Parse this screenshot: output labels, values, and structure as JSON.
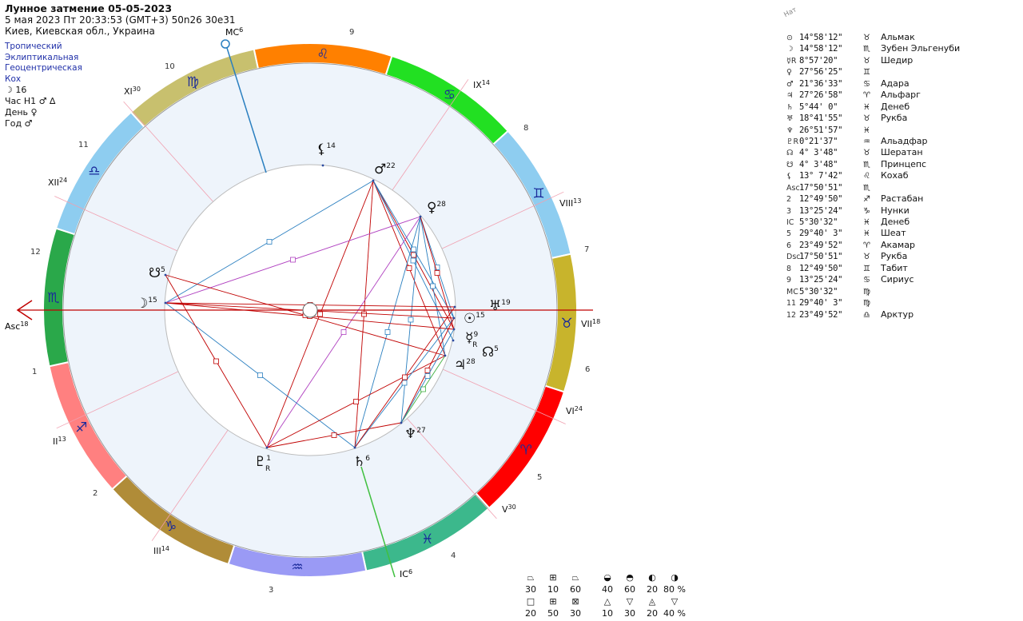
{
  "header": {
    "title": "Лунное затмение 05-05-2023",
    "datetime": "5 мая 2023  Пт  20:33:53 (GMT+3) 50n26  30e31",
    "place": "Киев, Киевская обл., Украина"
  },
  "settings": [
    "Тропический",
    "Эклиптикальная",
    "Геоцентрическая",
    "Кох"
  ],
  "extra": [
    "☽ 16",
    "Час Н1 ♂ ∆",
    "День ♀",
    "Год ♂"
  ],
  "house_labels": {
    "mc": "MC",
    "mc_deg": "6",
    "ic": "IC",
    "ic_deg": "6",
    "asc": "Asc",
    "asc_deg": "18",
    "cusps": [
      {
        "name": "XI",
        "deg": "30"
      },
      {
        "name": "XII",
        "deg": "24"
      },
      {
        "name": "II",
        "deg": "13"
      },
      {
        "name": "III",
        "deg": "14"
      },
      {
        "name": "V",
        "deg": "30"
      },
      {
        "name": "VI",
        "deg": "24"
      },
      {
        "name": "VII",
        "deg": "18"
      },
      {
        "name": "VIII",
        "deg": "13"
      },
      {
        "name": "IX",
        "deg": "14"
      }
    ],
    "numbers": [
      "1",
      "2",
      "3",
      "4",
      "5",
      "6",
      "7",
      "8",
      "9",
      "10",
      "11",
      "12"
    ]
  },
  "zodiac": [
    {
      "glyph": "♌",
      "color": "#ff8000"
    },
    {
      "glyph": "♋",
      "color": "#22e022"
    },
    {
      "glyph": "♊",
      "color": "#8ecdf0"
    },
    {
      "glyph": "♉",
      "color": "#c8b42c"
    },
    {
      "glyph": "♈",
      "color": "#ff0000"
    },
    {
      "glyph": "♓",
      "color": "#3cb88c"
    },
    {
      "glyph": "♒",
      "color": "#9a9af5"
    },
    {
      "glyph": "♑",
      "color": "#b08c38"
    },
    {
      "glyph": "♐",
      "color": "#ff8080"
    },
    {
      "glyph": "♏",
      "color": "#2aa84a"
    },
    {
      "glyph": "♎",
      "color": "#8ecdf0"
    },
    {
      "glyph": "♍",
      "color": "#c8c06e"
    }
  ],
  "planets": [
    {
      "glyph": "⚸",
      "deg": "14"
    },
    {
      "glyph": "♂",
      "deg": "22"
    },
    {
      "glyph": "♀",
      "deg": "28"
    },
    {
      "glyph": "☋",
      "deg": "5"
    },
    {
      "glyph": "☽",
      "deg": "15"
    },
    {
      "glyph": "♅",
      "deg": "19"
    },
    {
      "glyph": "☉",
      "deg": "15"
    },
    {
      "glyph": "☿",
      "deg": "9",
      "retro": "R"
    },
    {
      "glyph": "☊",
      "deg": "5"
    },
    {
      "glyph": "♃",
      "deg": "28"
    },
    {
      "glyph": "♆",
      "deg": "27"
    },
    {
      "glyph": "♄",
      "deg": "6"
    },
    {
      "glyph": "♇",
      "deg": "1",
      "retro": "R"
    }
  ],
  "natal_label": "Нат",
  "table": [
    {
      "icon": "⊙",
      "pos": "14°58'12\"",
      "sign": "♉",
      "star": "Альмак"
    },
    {
      "icon": "☽",
      "pos": "14°58'12\"",
      "sign": "♏",
      "star": "Зубен Эльгенуби"
    },
    {
      "icon": "☿R",
      "pos": "8°57'20\"",
      "sign": "♉",
      "star": "Шедир"
    },
    {
      "icon": "♀",
      "pos": "27°56'25\"",
      "sign": "♊",
      "star": ""
    },
    {
      "icon": "♂",
      "pos": "21°36'33\"",
      "sign": "♋",
      "star": "Адара"
    },
    {
      "icon": "♃",
      "pos": "27°26'58\"",
      "sign": "♈",
      "star": "Альфарг"
    },
    {
      "icon": "♄",
      "pos": "5°44' 0\"",
      "sign": "♓",
      "star": "Денеб"
    },
    {
      "icon": "♅",
      "pos": "18°41'55\"",
      "sign": "♉",
      "star": "Рукба"
    },
    {
      "icon": "♆",
      "pos": "26°51'57\"",
      "sign": "♓",
      "star": ""
    },
    {
      "icon": "♇R",
      "pos": "0°21'37\"",
      "sign": "♒",
      "star": "Альадфар"
    },
    {
      "icon": "☊",
      "pos": "4° 3'48\"",
      "sign": "♉",
      "star": "Шератан"
    },
    {
      "icon": "☋",
      "pos": "4° 3'48\"",
      "sign": "♏",
      "star": "Принцепс"
    },
    {
      "icon": "⚸",
      "pos": "13° 7'42\"",
      "sign": "♌",
      "star": "Кохаб"
    },
    {
      "icon": "Asc",
      "pos": "17°50'51\"",
      "sign": "♏",
      "star": ""
    },
    {
      "icon": "2",
      "pos": "12°49'50\"",
      "sign": "♐",
      "star": "Растабан"
    },
    {
      "icon": "3",
      "pos": "13°25'24\"",
      "sign": "♑",
      "star": "Нунки"
    },
    {
      "icon": "IC",
      "pos": "5°30'32\"",
      "sign": "♓",
      "star": "Денеб"
    },
    {
      "icon": "5",
      "pos": "29°40' 3\"",
      "sign": "♓",
      "star": "Шеат"
    },
    {
      "icon": "6",
      "pos": "23°49'52\"",
      "sign": "♈",
      "star": "Акамар"
    },
    {
      "icon": "Dsc",
      "pos": "17°50'51\"",
      "sign": "♉",
      "star": "Рукба"
    },
    {
      "icon": "8",
      "pos": "12°49'50\"",
      "sign": "♊",
      "star": "Табит"
    },
    {
      "icon": "9",
      "pos": "13°25'24\"",
      "sign": "♋",
      "star": "Сириус"
    },
    {
      "icon": "MC",
      "pos": "5°30'32\"",
      "sign": "♍",
      "star": ""
    },
    {
      "icon": "11",
      "pos": "29°40' 3\"",
      "sign": "♍",
      "star": ""
    },
    {
      "icon": "12",
      "pos": "23°49'52\"",
      "sign": "♎",
      "star": "Арктур"
    }
  ],
  "stats": {
    "row1_icons": [
      "⏢",
      "⊞",
      "⏢",
      "",
      "◒",
      "◓",
      "◐",
      "◑"
    ],
    "row1_values": [
      "30",
      "10",
      "60",
      "",
      "40",
      "60",
      "20",
      "80 %"
    ],
    "row2_icons": [
      "□",
      "⊞",
      "⊠",
      "",
      "△",
      "▽",
      "◬",
      "▽"
    ],
    "row2_values": [
      "20",
      "50",
      "30",
      "",
      "10",
      "30",
      "20",
      "40 %"
    ]
  },
  "colors": {
    "red": "#c00000",
    "blue": "#2a7fc0",
    "purple": "#b040c0",
    "green": "#40b040"
  }
}
